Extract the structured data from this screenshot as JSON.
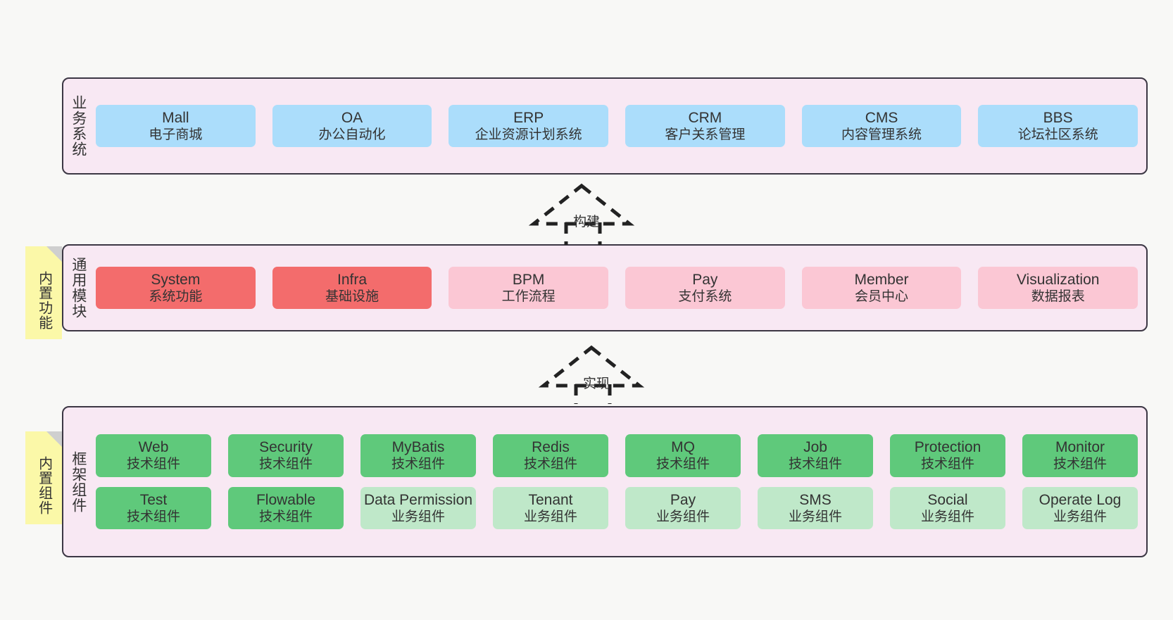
{
  "diagram": {
    "background": "#f8f8f6",
    "layer_bg": "#f8e8f3",
    "layer_border": "#3c3744",
    "note_bg": "#fbf8a8",
    "colors": {
      "blue": "#ABDDFB",
      "red": "#F36C6C",
      "pink": "#FBC7D4",
      "green": "#5FC97B",
      "light_green": "#BFE8C9"
    }
  },
  "layers": [
    {
      "id": "business",
      "title": "业务系统",
      "rows": [
        {
          "cells": [
            {
              "en": "Mall",
              "cn": "电子商城",
              "color": "blue"
            },
            {
              "en": "OA",
              "cn": "办公自动化",
              "color": "blue"
            },
            {
              "en": "ERP",
              "cn": "企业资源计划系统",
              "color": "blue"
            },
            {
              "en": "CRM",
              "cn": "客户关系管理",
              "color": "blue"
            },
            {
              "en": "CMS",
              "cn": "内容管理系统",
              "color": "blue"
            },
            {
              "en": "BBS",
              "cn": "论坛社区系统",
              "color": "blue"
            }
          ]
        }
      ]
    },
    {
      "id": "common",
      "title": "通用模块",
      "note": "内置功能",
      "rows": [
        {
          "cells": [
            {
              "en": "System",
              "cn": "系统功能",
              "color": "red"
            },
            {
              "en": "Infra",
              "cn": "基础设施",
              "color": "red"
            },
            {
              "en": "BPM",
              "cn": "工作流程",
              "color": "pink"
            },
            {
              "en": "Pay",
              "cn": "支付系统",
              "color": "pink"
            },
            {
              "en": "Member",
              "cn": "会员中心",
              "color": "pink"
            },
            {
              "en": "Visualization",
              "cn": "数据报表",
              "color": "pink"
            }
          ]
        }
      ]
    },
    {
      "id": "framework",
      "title": "框架组件",
      "note": "内置组件",
      "rows": [
        {
          "cells": [
            {
              "en": "Web",
              "cn": "技术组件",
              "color": "green"
            },
            {
              "en": "Security",
              "cn": "技术组件",
              "color": "green"
            },
            {
              "en": "MyBatis",
              "cn": "技术组件",
              "color": "green"
            },
            {
              "en": "Redis",
              "cn": "技术组件",
              "color": "green"
            },
            {
              "en": "MQ",
              "cn": "技术组件",
              "color": "green"
            },
            {
              "en": "Job",
              "cn": "技术组件",
              "color": "green"
            },
            {
              "en": "Protection",
              "cn": "技术组件",
              "color": "green"
            },
            {
              "en": "Monitor",
              "cn": "技术组件",
              "color": "green"
            }
          ]
        },
        {
          "cells": [
            {
              "en": "Test",
              "cn": "技术组件",
              "color": "green"
            },
            {
              "en": "Flowable",
              "cn": "技术组件",
              "color": "green"
            },
            {
              "en": "Data Permission",
              "cn": "业务组件",
              "color": "light_green",
              "wrap": true
            },
            {
              "en": "Tenant",
              "cn": "业务组件",
              "color": "light_green"
            },
            {
              "en": "Pay",
              "cn": "业务组件",
              "color": "light_green"
            },
            {
              "en": "SMS",
              "cn": "业务组件",
              "color": "light_green"
            },
            {
              "en": "Social",
              "cn": "业务组件",
              "color": "light_green"
            },
            {
              "en": "Operate Log",
              "cn": "业务组件",
              "color": "light_green"
            }
          ]
        }
      ]
    }
  ],
  "connectors": [
    {
      "id": "build",
      "label": "构建",
      "style": "dashed-generalization"
    },
    {
      "id": "implement",
      "label": "实现",
      "style": "dashed-generalization"
    }
  ]
}
